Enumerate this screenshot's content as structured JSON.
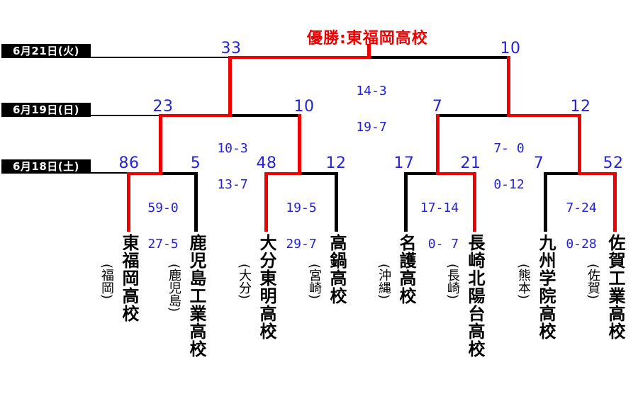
{
  "title": "優勝:東福岡高校",
  "dates": [
    {
      "label": "6月21日(火)"
    },
    {
      "label": "6月19日(日)"
    },
    {
      "label": "6月18日(土)"
    }
  ],
  "final": {
    "left_score": "33",
    "right_score": "10",
    "periods": [
      "14-3",
      "19-7"
    ]
  },
  "semifinals": [
    {
      "left_score": "23",
      "right_score": "10",
      "periods": [
        "10-3",
        "13-7"
      ]
    },
    {
      "left_score": "7",
      "right_score": "12",
      "periods": [
        "7- 0",
        "0-12"
      ]
    }
  ],
  "quarterfinals": [
    {
      "left_score": "86",
      "right_score": "5",
      "periods": [
        "59-0",
        "27-5"
      ]
    },
    {
      "left_score": "48",
      "right_score": "12",
      "periods": [
        "19-5",
        "29-7"
      ]
    },
    {
      "left_score": "17",
      "right_score": "21",
      "periods": [
        "17-14",
        " 0- 7"
      ]
    },
    {
      "left_score": "7",
      "right_score": "52",
      "periods": [
        "7-24",
        "0-28"
      ]
    }
  ],
  "teams": [
    {
      "name": "東福岡高校",
      "prefecture": "(福岡)",
      "winner": true
    },
    {
      "name": "鹿児島工業高校",
      "prefecture": "(鹿児島)",
      "winner": false
    },
    {
      "name": "大分東明高校",
      "prefecture": "(大分)",
      "winner": true
    },
    {
      "name": "高鍋高校",
      "prefecture": "(宮崎)",
      "winner": false
    },
    {
      "name": "名護高校",
      "prefecture": "(沖縄)",
      "winner": false
    },
    {
      "name": "長崎北陽台高校",
      "prefecture": "(長崎)",
      "winner": true
    },
    {
      "name": "九州学院高校",
      "prefecture": "(熊本)",
      "winner": false
    },
    {
      "name": "佐賀工業高校",
      "prefecture": "(佐賀)",
      "winner": true
    }
  ],
  "colors": {
    "winner_path_red": "#ee0000",
    "bracket_black": "#000000",
    "score_blue": "#2222dd",
    "date_label_bg": "#000000",
    "date_label_fg": "#ffffff",
    "background": "#ffffff"
  }
}
